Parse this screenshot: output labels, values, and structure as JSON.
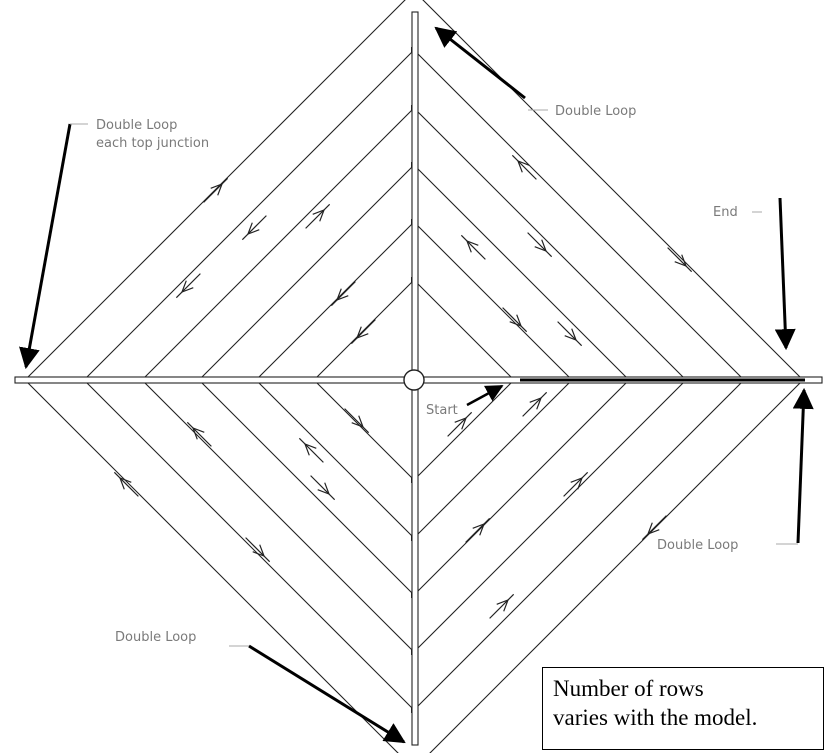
{
  "labels": {
    "double_loop_top": "Double Loop",
    "double_loop_left_1": "Double Loop",
    "double_loop_left_2": "each top junction",
    "end": "End",
    "start": "Start",
    "double_loop_right": "Double Loop",
    "double_loop_bottom": "Double Loop"
  },
  "note": {
    "line1": "Number of rows",
    "line2": "varies with  the model."
  },
  "colors": {
    "line": "#222222",
    "label": "#7a7a7a",
    "arrow": "#000000"
  }
}
